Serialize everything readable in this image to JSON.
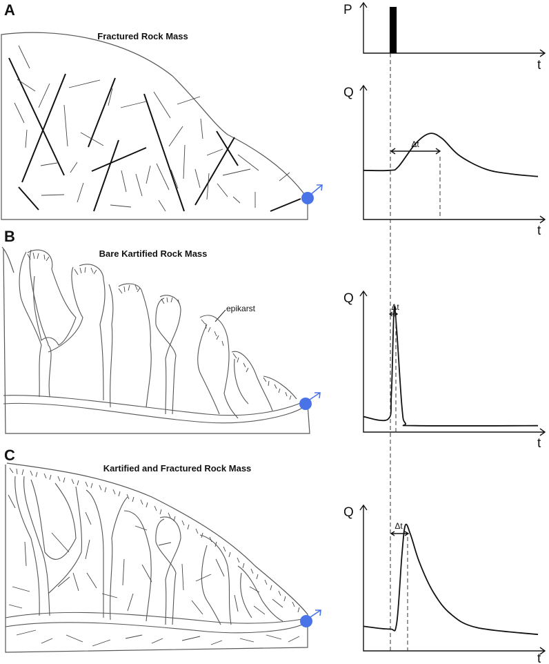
{
  "panels": {
    "a": {
      "letter": "A",
      "title": "Fractured Rock Mass"
    },
    "b": {
      "letter": "B",
      "title": "Bare Kartified Rock Mass",
      "annotation": "epikarst"
    },
    "c": {
      "letter": "C",
      "title": "Kartified and Fractured Rock Mass"
    }
  },
  "axes": {
    "precip_label": "P",
    "discharge_label": "Q",
    "time_label": "t",
    "lag_label": "Δt"
  },
  "colors": {
    "spring": "#4a73e8"
  },
  "icons": {
    "spring": "spring-icon",
    "outflow_arrow": "arrow-up-right-icon"
  },
  "chart_data": [
    {
      "type": "bar",
      "name_hint": "precipitation pulse",
      "title": "",
      "xlabel": "t",
      "ylabel": "P",
      "pulse": {
        "start": 0.15,
        "end": 0.19,
        "value": 1.0
      }
    },
    {
      "type": "line",
      "title": "",
      "xlabel": "t",
      "ylabel": "Q",
      "lag_label": "Δt",
      "x": [
        0,
        0.15,
        0.2,
        0.3,
        0.38,
        0.45,
        0.55,
        0.7,
        0.85,
        1.0
      ],
      "y": [
        0.4,
        0.4,
        0.43,
        0.62,
        0.7,
        0.66,
        0.52,
        0.41,
        0.37,
        0.35
      ]
    },
    {
      "type": "line",
      "title": "",
      "xlabel": "t",
      "ylabel": "Q",
      "lag_label": "Δt",
      "x": [
        0,
        0.14,
        0.16,
        0.175,
        0.19,
        0.22,
        0.24,
        0.3,
        1.0
      ],
      "y": [
        0.12,
        0.1,
        0.3,
        0.95,
        0.8,
        0.2,
        0.07,
        0.05,
        0.05
      ]
    },
    {
      "type": "line",
      "title": "",
      "xlabel": "t",
      "ylabel": "Q",
      "lag_label": "Δt",
      "x": [
        0,
        0.15,
        0.19,
        0.22,
        0.24,
        0.27,
        0.32,
        0.4,
        0.5,
        0.65,
        1.0
      ],
      "y": [
        0.18,
        0.16,
        0.2,
        0.7,
        0.92,
        0.85,
        0.65,
        0.43,
        0.27,
        0.17,
        0.12
      ]
    }
  ]
}
